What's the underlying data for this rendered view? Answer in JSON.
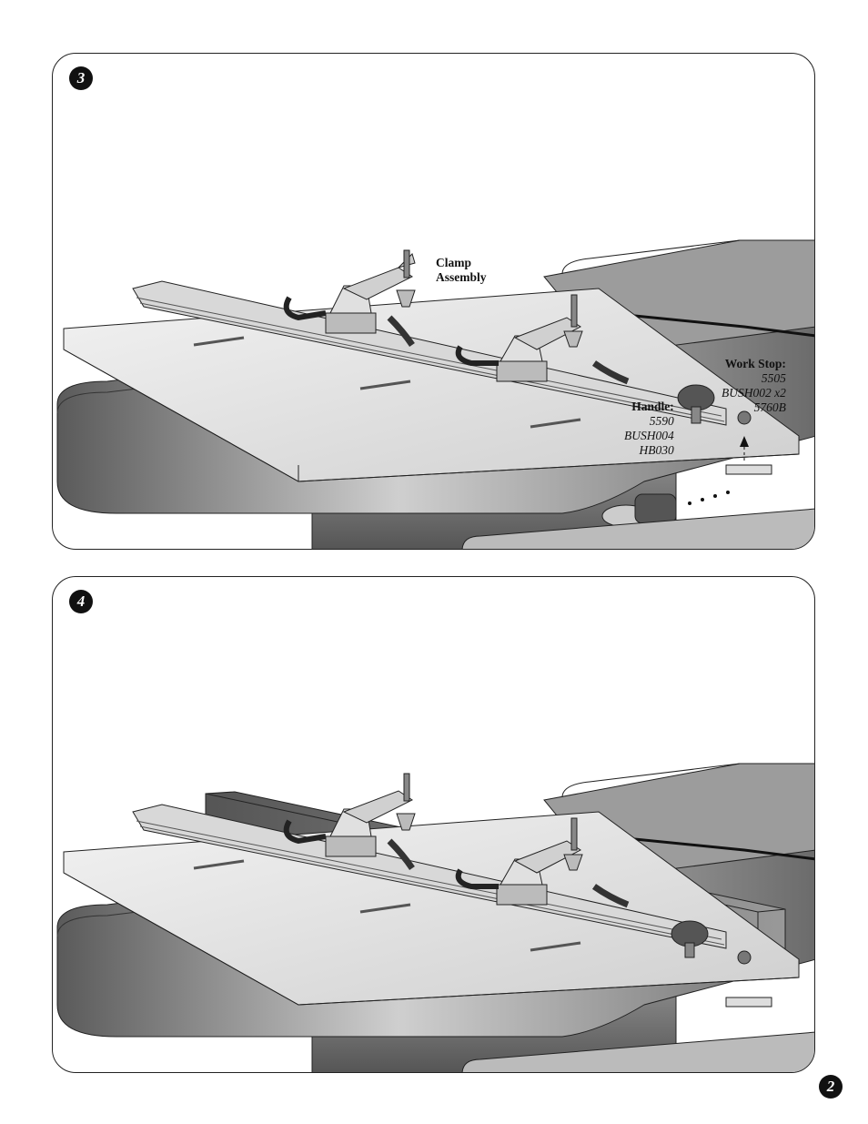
{
  "steps": [
    {
      "number": "3",
      "labels": {
        "clamp": {
          "title": "Clamp",
          "title2": "Assembly"
        },
        "handle": {
          "title": "Handle:",
          "parts": [
            "5590",
            "BUSH004",
            "HB030"
          ]
        },
        "work_stop": {
          "title": "Work Stop:",
          "parts": [
            "5505",
            "BUSH002 x2",
            "5760B"
          ]
        }
      }
    },
    {
      "number": "4"
    }
  ],
  "page_number": "2",
  "colors": {
    "outline": "#222222",
    "table_light": "#e6e6e6",
    "table_mid": "#bdbdbd",
    "table_dark": "#6e6e6e",
    "base_dark": "#4a4a4a"
  }
}
